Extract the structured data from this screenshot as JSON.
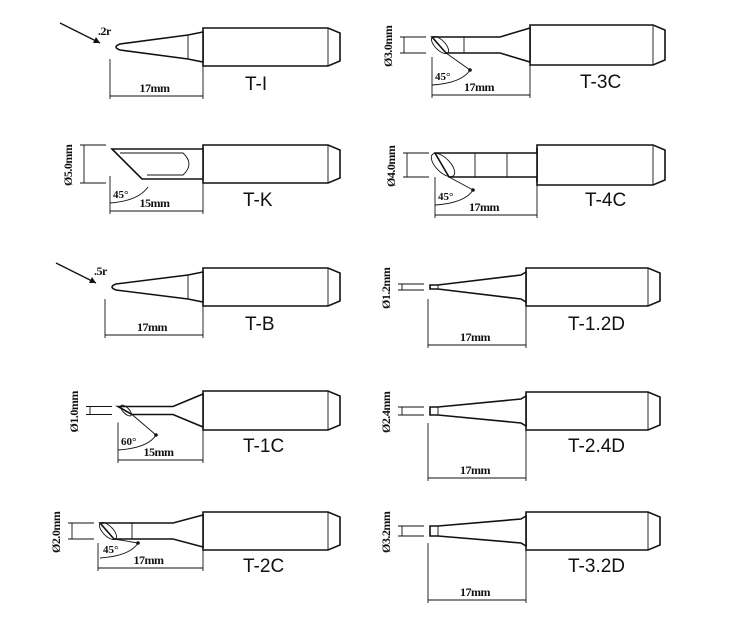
{
  "title": "Soldering tip types",
  "tips": [
    {
      "id": "T-I",
      "label": "T-I",
      "length": "17mm",
      "radius": ".2r"
    },
    {
      "id": "T-K",
      "label": "T-K",
      "length": "15mm",
      "diameter": "Ø5.0mm",
      "angle": "45°"
    },
    {
      "id": "T-B",
      "label": "T-B",
      "length": "17mm",
      "radius": ".5r"
    },
    {
      "id": "T-1C",
      "label": "T-1C",
      "length": "15mm",
      "diameter": "Ø1.0mm",
      "angle": "60°"
    },
    {
      "id": "T-2C",
      "label": "T-2C",
      "length": "17mm",
      "diameter": "Ø2.0mm",
      "angle": "45°"
    },
    {
      "id": "T-3C",
      "label": "T-3C",
      "length": "17mm",
      "diameter": "Ø3.0mm",
      "angle": "45°"
    },
    {
      "id": "T-4C",
      "label": "T-4C",
      "length": "17mm",
      "diameter": "Ø4.0mm",
      "angle": "45°"
    },
    {
      "id": "T-1.2D",
      "label": "T-1.2D",
      "length": "17mm",
      "diameter": "Ø1.2mm"
    },
    {
      "id": "T-2.4D",
      "label": "T-2.4D",
      "length": "17mm",
      "diameter": "Ø2.4mm"
    },
    {
      "id": "T-3.2D",
      "label": "T-3.2D",
      "length": "17mm",
      "diameter": "Ø3.2mm"
    }
  ]
}
